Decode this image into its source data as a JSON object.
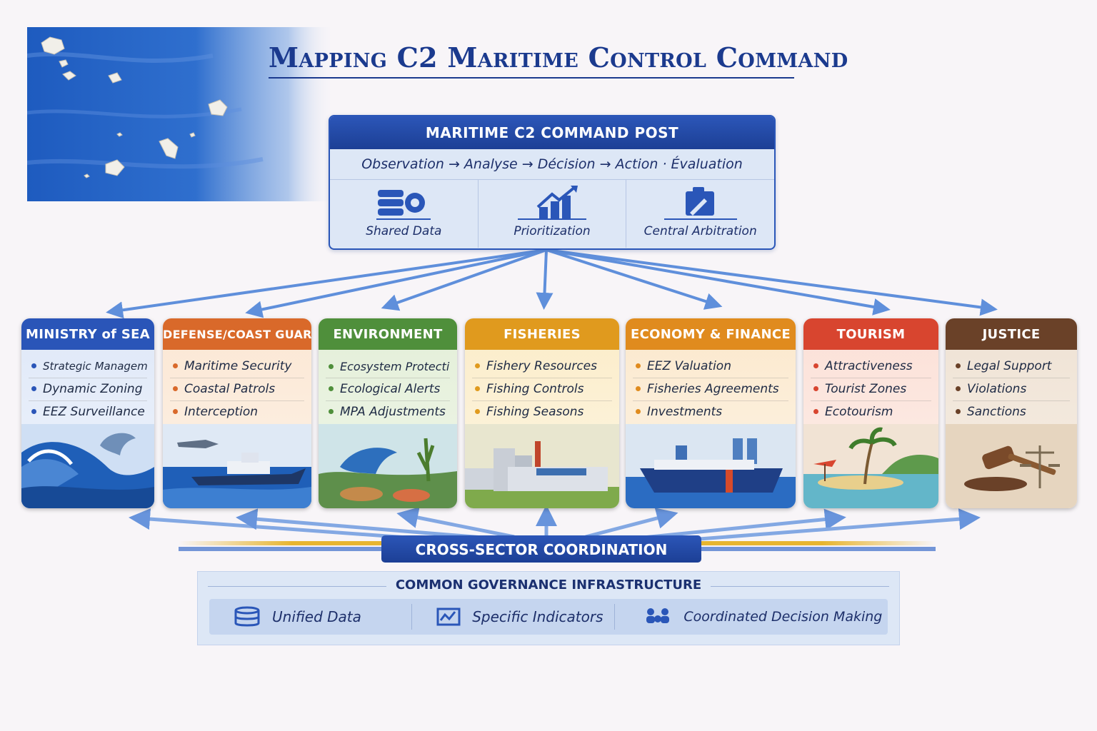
{
  "title": "Mapping C2 Maritime Control Command",
  "command_post": {
    "title": "MARITIME C2 COMMAND POST",
    "cycle": "Observation → Analyse → Décision → Action · Évaluation",
    "items": [
      {
        "label": "Shared Data",
        "icon": "database-gear-icon"
      },
      {
        "label": "Prioritization",
        "icon": "rising-bars-icon"
      },
      {
        "label": "Central Arbitration",
        "icon": "document-pen-icon"
      }
    ]
  },
  "sectors": [
    {
      "title": "MINISTRY of SEA",
      "color": "#2a55b8",
      "items": [
        "Strategic Management",
        "Dynamic Zoning",
        "EEZ Surveillance"
      ],
      "scene": "wave-dolphin"
    },
    {
      "title": "DEFENSE/COAST GUARD",
      "color": "#d9692a",
      "items": [
        "Maritime Security",
        "Coastal Patrols",
        "Interception"
      ],
      "scene": "patrol-boat"
    },
    {
      "title": "ENVIRONMENT",
      "color": "#4f8f3b",
      "items": [
        "Ecosystem Protection",
        "Ecological Alerts",
        "MPA Adjustments"
      ],
      "scene": "dolphin-reef"
    },
    {
      "title": "FISHERIES",
      "color": "#e09a1e",
      "items": [
        "Fishery Resources",
        "Fishing Controls",
        "Fishing Seasons"
      ],
      "scene": "processing-plant"
    },
    {
      "title": "ECONOMY & FINANCE",
      "color": "#e08b1e",
      "items": [
        "EEZ Valuation",
        "Fisheries Agreements",
        "Investments"
      ],
      "scene": "cargo-ship"
    },
    {
      "title": "TOURISM",
      "color": "#d8452f",
      "items": [
        "Attractiveness",
        "Tourist Zones",
        "Ecotourism"
      ],
      "scene": "beach-palm"
    },
    {
      "title": "JUSTICE",
      "color": "#6a4128",
      "items": [
        "Legal Support",
        "Violations",
        "Sanctions"
      ],
      "scene": "gavel-scales"
    }
  ],
  "coordination": "CROSS-SECTOR COORDINATION",
  "governance": {
    "title": "COMMON GOVERNANCE INFRASTRUCTURE",
    "items": [
      {
        "label": "Unified Data",
        "icon": "database-icon"
      },
      {
        "label": "Specific Indicators",
        "icon": "chart-board-icon"
      },
      {
        "label": "Coordinated Decision Making",
        "icon": "people-network-icon"
      }
    ]
  }
}
